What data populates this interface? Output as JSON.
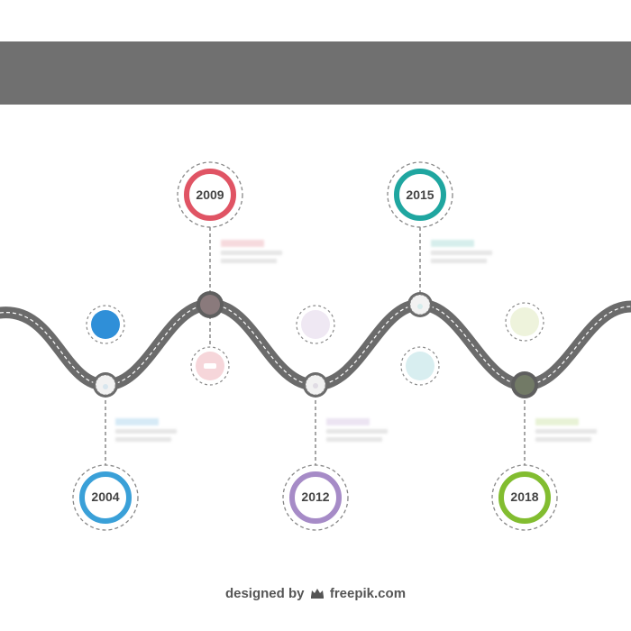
{
  "header": {
    "title": ""
  },
  "milestones": [
    {
      "year": "2004",
      "color": "#3aa0d8"
    },
    {
      "year": "2009",
      "color": "#e05464"
    },
    {
      "year": "2012",
      "color": "#a68bc7"
    },
    {
      "year": "2015",
      "color": "#1fa6a0"
    },
    {
      "year": "2018",
      "color": "#82bd30"
    }
  ],
  "road": {
    "color": "#6b6b6b",
    "dash_color": "#ffffff"
  },
  "credit": {
    "prefix": "designed by",
    "brand": "freepik.com",
    "icon": "freepik-crown-icon"
  }
}
